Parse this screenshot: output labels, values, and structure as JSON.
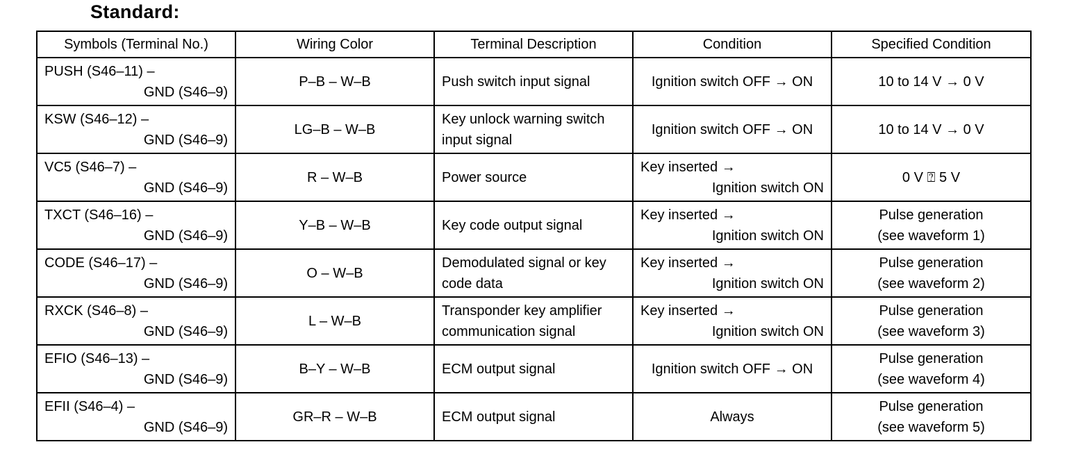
{
  "heading": "Standard:",
  "columns": [
    "Symbols (Terminal No.)",
    "Wiring Color",
    "Terminal Description",
    "Condition",
    "Specified Condition"
  ],
  "rows": [
    {
      "sym1": "PUSH (S46–11) –",
      "sym2": "GND (S46–9)",
      "wiring": "P–B – W–B",
      "desc": "Push switch input signal",
      "cond": "Ignition switch OFF → ON",
      "spec": "10 to 14 V → 0 V"
    },
    {
      "sym1": "KSW (S46–12) –",
      "sym2": "GND (S46–9)",
      "wiring": "LG–B – W–B",
      "desc": "Key unlock warning switch input signal",
      "cond": "Ignition switch OFF → ON",
      "spec": "10 to 14 V → 0 V"
    },
    {
      "sym1": "VC5 (S46–7) –",
      "sym2": "GND (S46–9)",
      "wiring": "R – W–B",
      "desc": "Power source",
      "cond1": "Key inserted →",
      "cond2": "Ignition switch ON",
      "spec": "0 V ⍰ 5 V"
    },
    {
      "sym1": "TXCT (S46–16) –",
      "sym2": "GND (S46–9)",
      "wiring": "Y–B – W–B",
      "desc": "Key code output signal",
      "cond1": "Key inserted →",
      "cond2": "Ignition switch ON",
      "spec1": "Pulse generation",
      "spec2": "(see waveform 1)"
    },
    {
      "sym1": "CODE (S46–17) –",
      "sym2": "GND (S46–9)",
      "wiring": "O – W–B",
      "desc": "Demodulated signal or key code data",
      "cond1": "Key inserted →",
      "cond2": "Ignition switch ON",
      "spec1": "Pulse generation",
      "spec2": "(see waveform 2)"
    },
    {
      "sym1": "RXCK (S46–8) –",
      "sym2": "GND (S46–9)",
      "wiring": "L – W–B",
      "desc": "Transponder key amplifier communication signal",
      "cond1": "Key inserted →",
      "cond2": "Ignition switch ON",
      "spec1": "Pulse generation",
      "spec2": "(see waveform 3)"
    },
    {
      "sym1": "EFIO (S46–13) –",
      "sym2": "GND (S46–9)",
      "wiring": "B–Y – W–B",
      "desc": "ECM output signal",
      "cond": "Ignition switch OFF → ON",
      "spec1": "Pulse generation",
      "spec2": "(see waveform 4)"
    },
    {
      "sym1": "EFII (S46–4) –",
      "sym2": "GND (S46–9)",
      "wiring": "GR–R – W–B",
      "desc": "ECM output signal",
      "cond": "Always",
      "spec1": "Pulse generation",
      "spec2": "(see waveform 5)"
    }
  ]
}
